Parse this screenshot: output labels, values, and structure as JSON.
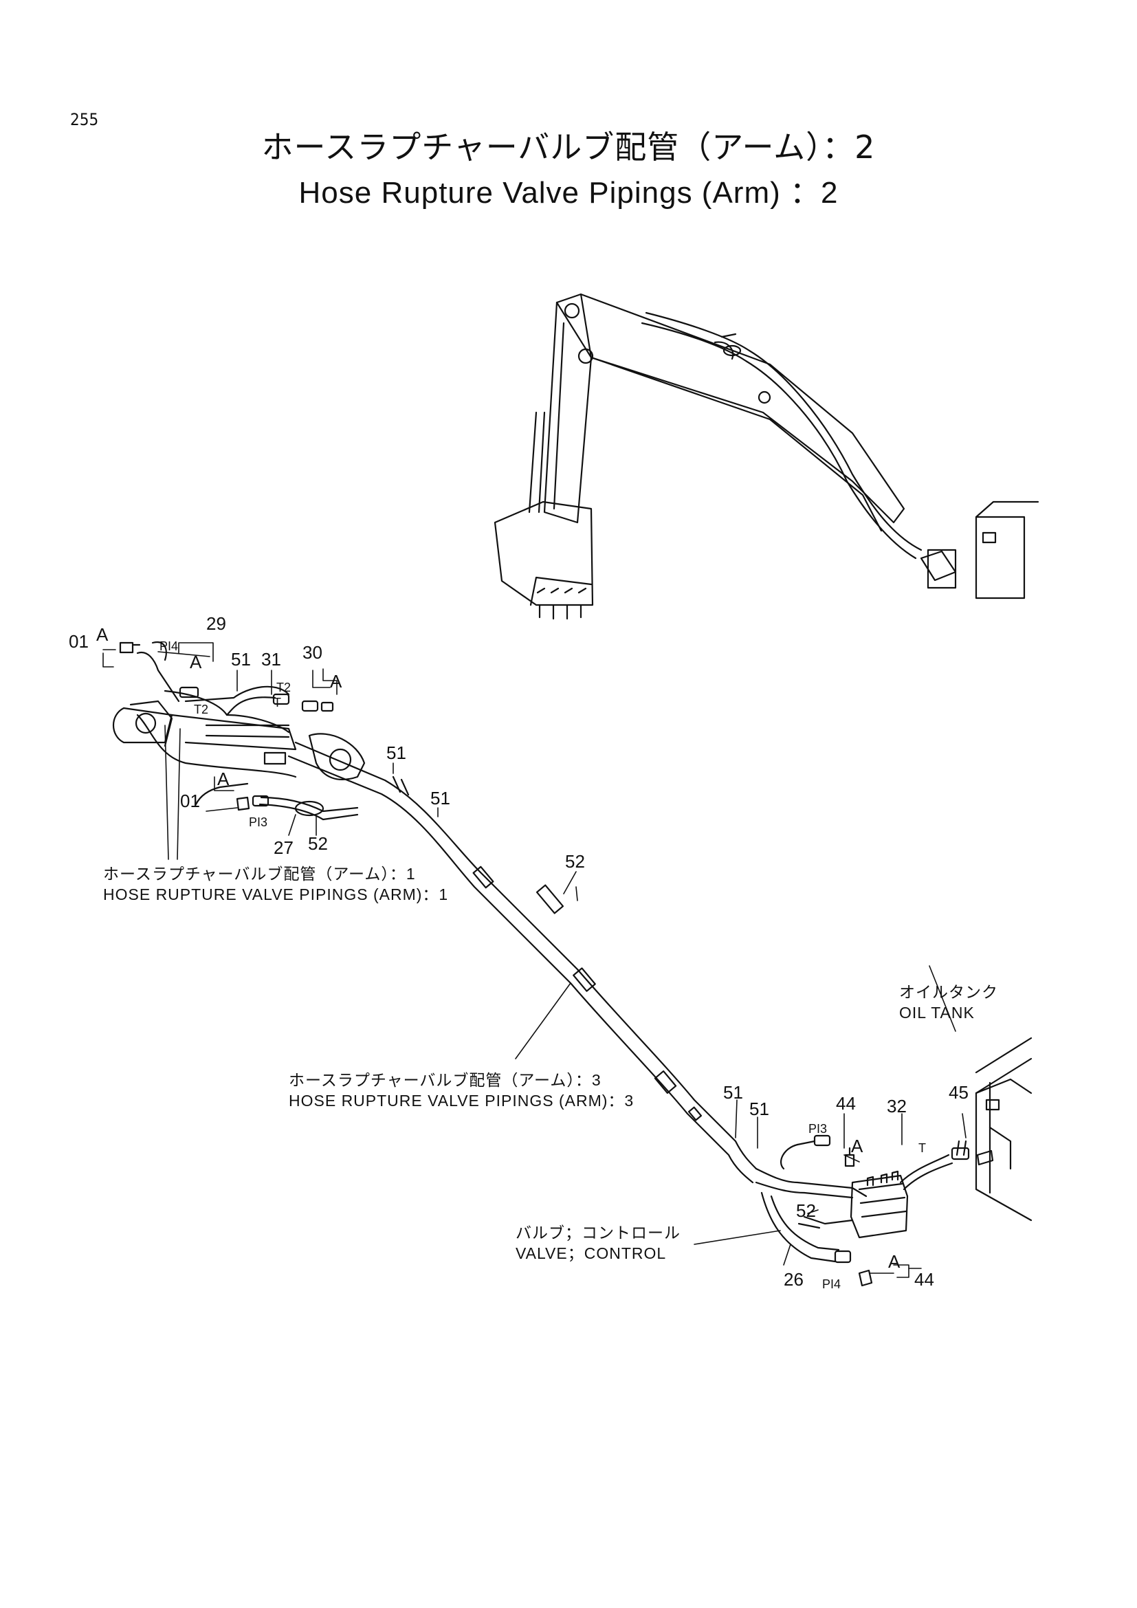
{
  "page": {
    "number": "255"
  },
  "title": {
    "japanese": "ホースラプチャーバルブ配管（アーム）：2",
    "english": "Hose Rupture Valve Pipings (Arm) ：2"
  },
  "references": {
    "arm1": {
      "japanese": "ホースラプチャーバルブ配管（アーム）：1",
      "english": "HOSE RUPTURE VALVE PIPINGS (ARM)：1"
    },
    "arm3": {
      "japanese": "ホースラプチャーバルブ配管（アーム）：3",
      "english": "HOSE RUPTURE VALVE PIPINGS (ARM)：3"
    },
    "oil_tank": {
      "japanese": "オイルタンク",
      "english": "OIL TANK"
    },
    "control_valve": {
      "japanese": "バルブ；コントロール",
      "english": "VALVE；CONTROL"
    }
  },
  "callouts": {
    "c01a": "01",
    "c01b": "01",
    "c29": "29",
    "c51a": "51",
    "c31": "31",
    "c30": "30",
    "c51b": "51",
    "c51c": "51",
    "c27": "27",
    "c52a": "52",
    "c52b": "52",
    "c51d": "51",
    "c51e": "51",
    "c44a": "44",
    "c32": "32",
    "c45": "45",
    "c52c": "52",
    "c26": "26",
    "c44b": "44"
  },
  "port_labels": {
    "pi4a": "PI4",
    "pi3a": "PI3",
    "pi3b": "PI3",
    "pi4b": "PI4",
    "t2a": "T2",
    "t2b": "T2",
    "ta": "T",
    "tb": "T"
  },
  "detail_marks": {
    "a1": "A",
    "a2": "A",
    "a3": "A",
    "a4": "A",
    "a5": "A",
    "a6": "A"
  }
}
